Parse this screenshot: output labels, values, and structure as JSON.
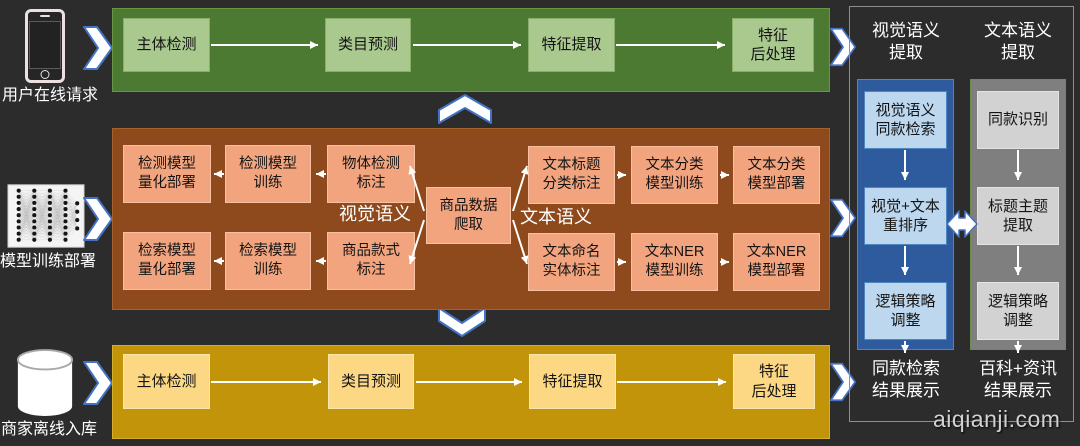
{
  "inputs": {
    "online": {
      "label": "用户在线请求"
    },
    "training": {
      "label": "模型训练部署"
    },
    "offline": {
      "label": "商家离线入库"
    }
  },
  "online_pipeline": {
    "steps": [
      "主体检测",
      "类目预测",
      "特征提取",
      "特征\n后处理"
    ]
  },
  "offline_pipeline": {
    "steps": [
      "主体检测",
      "类目预测",
      "特征提取",
      "特征\n后处理"
    ]
  },
  "training_pipeline": {
    "visual_label": "视觉语义",
    "text_label": "文本语义",
    "crawl": "商品数据\n爬取",
    "visual_detect_row": [
      "检测模型\n量化部署",
      "检测模型\n训练",
      "物体检测\n标注"
    ],
    "visual_retrieval_row": [
      "检索模型\n量化部署",
      "检索模型\n训练",
      "商品款式\n标注"
    ],
    "text_classify_row": [
      "文本标题\n分类标注",
      "文本分类\n模型训练",
      "文本分类\n模型部署"
    ],
    "text_ner_row": [
      "文本命名\n实体标注",
      "文本NER\n模型训练",
      "文本NER\n模型部署"
    ]
  },
  "result_panel": {
    "visual_header": "视觉语义\n提取",
    "text_header": "文本语义\n提取",
    "visual_steps": [
      "视觉语义\n同款检索",
      "视觉+文本\n重排序",
      "逻辑策略\n调整"
    ],
    "text_steps": [
      "同款识别",
      "标题主题\n提取",
      "逻辑策略\n调整"
    ],
    "visual_output": "同款检索\n结果展示",
    "text_output": "百科+资讯\n结果展示"
  },
  "watermark": "aiqianji.com",
  "colors": {
    "online_band": "#4d7a32",
    "online_box": "#a9c98f",
    "training_band": "#8e4a1c",
    "training_box": "#f2a47e",
    "offline_band": "#c19409",
    "offline_box": "#fdd884",
    "visual_column": "#2d5b9e",
    "visual_box": "#bdd7ee",
    "text_column": "#7f7f7f",
    "text_box": "#d2d2d2",
    "chevron_outline": "#4472c4",
    "connector": "#ffffff"
  }
}
